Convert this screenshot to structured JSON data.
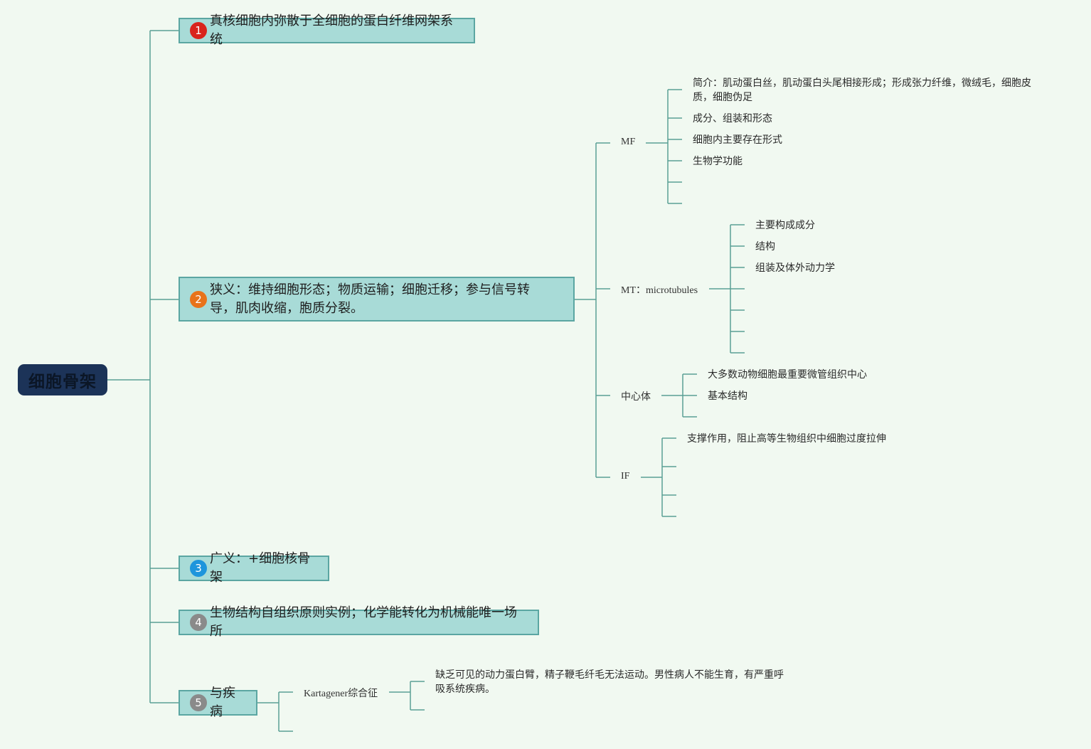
{
  "root": {
    "label": "细胞骨架"
  },
  "branches": [
    {
      "num": "1",
      "color": "#d9241c",
      "label": "真核细胞内弥散于全细胞的蛋白纤维网架系统"
    },
    {
      "num": "2",
      "color": "#e8731a",
      "label": "狭义：维持细胞形态；物质运输；细胞迁移；参与信号转导，肌肉收缩，胞质分裂。"
    },
    {
      "num": "3",
      "color": "#1e95dc",
      "label": "广义：+细胞核骨架"
    },
    {
      "num": "4",
      "color": "#8a8a8a",
      "label": "生物结构自组织原则实例；化学能转化为机械能唯一场所"
    },
    {
      "num": "5",
      "color": "#8a8a8a",
      "label": "与疾病"
    }
  ],
  "subtopics": {
    "mf": {
      "label": "MF",
      "items": [
        "简介：肌动蛋白丝，肌动蛋白头尾相接形成；形成张力纤维，微绒毛，细胞皮质，细胞伪足",
        "成分、组装和形态",
        "细胞内主要存在形式",
        "生物学功能"
      ]
    },
    "mt": {
      "label": "MT：microtubules",
      "items": [
        "主要构成成分",
        "结构",
        "组装及体外动力学"
      ]
    },
    "centrosome": {
      "label": "中心体",
      "items": [
        "大多数动物细胞最重要微管组织中心",
        "基本结构"
      ]
    },
    "if": {
      "label": "IF",
      "items": [
        "支撑作用，阻止高等生物组织中细胞过度拉伸"
      ]
    },
    "disease": {
      "label": "Kartagener综合征",
      "items": [
        "缺乏可见的动力蛋白臂，精子鞭毛纤毛无法运动。男性病人不能生育，有严重呼吸系统疾病。"
      ]
    }
  },
  "colors": {
    "line": "#5a9f95",
    "root_bg": "#1c3358",
    "branch_bg": "#a8dbd7",
    "background": "#f1f9f1"
  }
}
